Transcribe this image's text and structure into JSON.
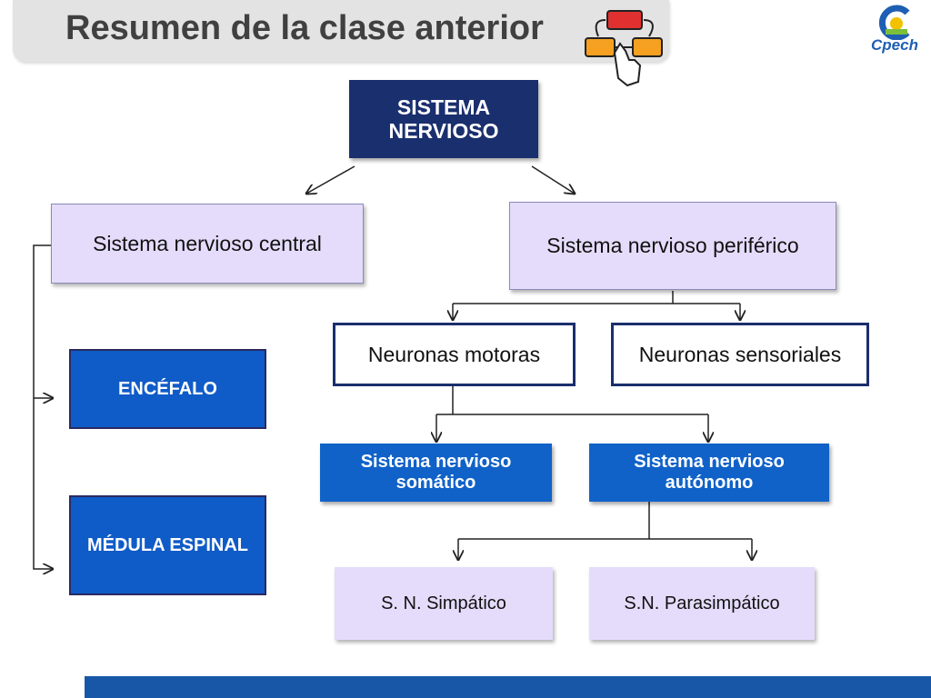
{
  "header": {
    "title": "Resumen de la clase anterior",
    "logo_text": "Cpech"
  },
  "diagram": {
    "root": "SISTEMA NERVIOSO",
    "central": "Sistema nervioso central",
    "peripheral": "Sistema nervioso periférico",
    "encefalo": "ENCÉFALO",
    "medula": "MÉDULA ESPINAL",
    "motoras": "Neuronas motoras",
    "sensoriales": "Neuronas sensoriales",
    "somatico": "Sistema nervioso somático",
    "autonomo": "Sistema nervioso autónomo",
    "simpatico": "S. N. Simpático",
    "parasimpatico": "S.N. Parasimpático"
  },
  "colors": {
    "dark_navy": "#1a2f6e",
    "lavender": "#e4dcfa",
    "blue": "#0f5bc8",
    "footer": "#1857a8"
  }
}
